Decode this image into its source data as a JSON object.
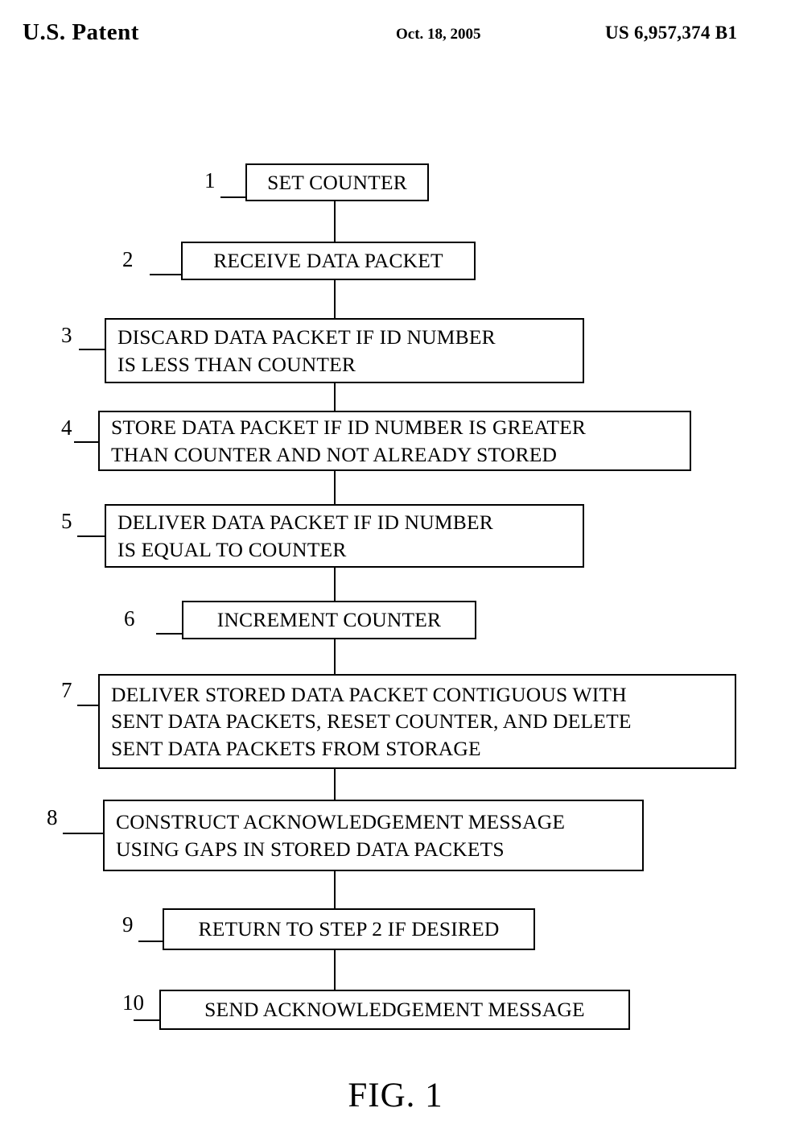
{
  "header": {
    "title": "U.S. Patent",
    "date": "Oct. 18, 2005",
    "patent_number": "US 6,957,374 B1"
  },
  "figure": {
    "caption": "FIG. 1",
    "type": "flowchart",
    "orientation": "vertical"
  },
  "flowchart": {
    "nodes": [
      {
        "ref": "1",
        "lines": [
          "SET COUNTER"
        ]
      },
      {
        "ref": "2",
        "lines": [
          "RECEIVE DATA PACKET"
        ]
      },
      {
        "ref": "3",
        "lines": [
          "DISCARD DATA PACKET IF ID NUMBER",
          "IS LESS THAN COUNTER"
        ]
      },
      {
        "ref": "4",
        "lines": [
          "STORE DATA PACKET IF ID NUMBER IS GREATER",
          "THAN COUNTER AND NOT ALREADY STORED"
        ]
      },
      {
        "ref": "5",
        "lines": [
          "DELIVER DATA PACKET IF ID NUMBER",
          "IS EQUAL TO COUNTER"
        ]
      },
      {
        "ref": "6",
        "lines": [
          "INCREMENT COUNTER"
        ]
      },
      {
        "ref": "7",
        "lines": [
          "DELIVER STORED DATA PACKET CONTIGUOUS WITH",
          "SENT DATA PACKETS, RESET COUNTER, AND DELETE",
          "SENT DATA PACKETS FROM STORAGE"
        ]
      },
      {
        "ref": "8",
        "lines": [
          "CONSTRUCT ACKNOWLEDGEMENT MESSAGE",
          "USING GAPS IN STORED DATA PACKETS"
        ]
      },
      {
        "ref": "9",
        "lines": [
          "RETURN TO STEP 2 IF DESIRED"
        ]
      },
      {
        "ref": "10",
        "lines": [
          "SEND ACKNOWLEDGEMENT MESSAGE"
        ]
      }
    ]
  },
  "colors": {
    "ink": "#000000",
    "paper": "#ffffff"
  }
}
